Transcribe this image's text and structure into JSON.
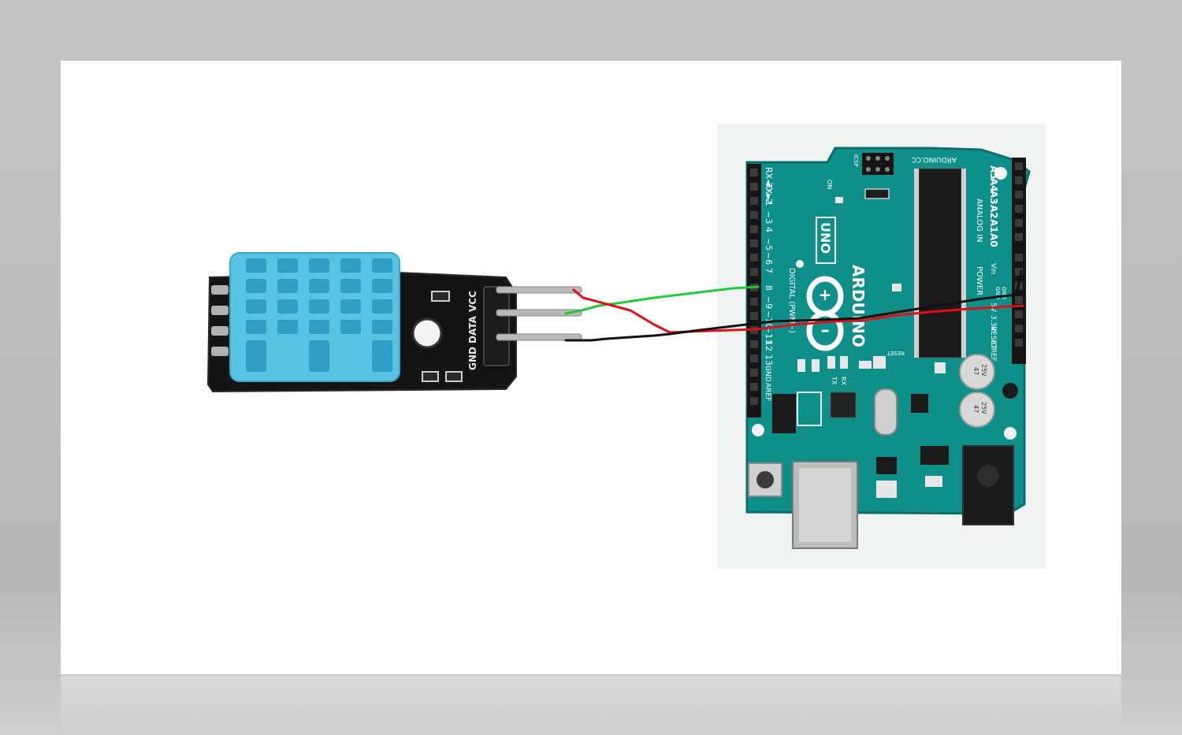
{
  "sensor": {
    "pin_labels": [
      "GND",
      "DATA",
      "VCC"
    ]
  },
  "arduino": {
    "brand": "ARDUINO",
    "model": "UNO",
    "site": "ARDUINO.CC",
    "on_label": "ON",
    "icsp_label": "ICSP",
    "reset_label": "RESET",
    "digital_label": "DIGITAL (PWM~)",
    "power_label": "POWER",
    "analog_label": "ANALOG IN",
    "digital_pins": [
      "RX◄0",
      "TX►1",
      "2",
      "~3",
      "4",
      "~5",
      "~6",
      "7",
      "8",
      "~9",
      "~10",
      "~11",
      "12",
      "13",
      "GND",
      "AREF"
    ],
    "power_pins": [
      "IOREF",
      "RESET",
      "3.3V",
      "5V",
      "GND",
      "GND",
      "Vin"
    ],
    "analog_pins": [
      "A0",
      "A1",
      "A2",
      "A3",
      "A4",
      "A5"
    ],
    "tx_label": "TX",
    "rx_label": "RX",
    "cap_label_1": "25V",
    "cap_label_2": "47",
    "cap_label_3": "25V",
    "cap_label_4": "47"
  },
  "colors": {
    "board": "#0f8f8a",
    "sensor_blue": "#58c3e2",
    "wire_green": "#21c93a",
    "wire_red": "#e0101a",
    "wire_black": "#111111"
  }
}
